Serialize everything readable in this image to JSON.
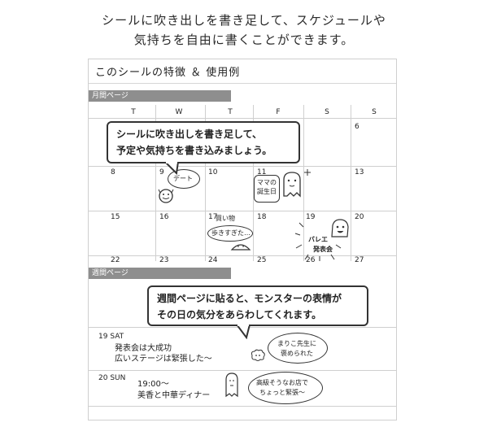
{
  "header": {
    "line1": "シールに吹き出しを書き足して、スケジュールや",
    "line2": "気持ちを自由に書くことができます。"
  },
  "sheet": {
    "title": "このシールの特徴 ＆ 使用例",
    "monthly_label": "月間ページ",
    "weekly_label": "週間ページ",
    "weekdays": [
      "T",
      "W",
      "T",
      "F",
      "S",
      "S"
    ],
    "days": {
      "d6": "6",
      "d8": "8",
      "d9": "9",
      "d10": "10",
      "d11": "11",
      "d13": "13",
      "d15": "15",
      "d16": "16",
      "d17": "17",
      "d18": "18",
      "d19": "19",
      "d20": "20",
      "d22": "22",
      "d23": "23",
      "d24": "24",
      "d25": "25",
      "d26": "26",
      "d27": "27"
    },
    "monthly_bubble": {
      "line1": "シールに吹き出しを書き足して、",
      "line2": "予定や気持ちを書き込みましょう。"
    },
    "notes": {
      "date": "デート",
      "mama_line1": "ママの",
      "mama_line2": "誕生日",
      "shopping": "買い物",
      "walked": "歩きすぎた…",
      "ballet_line1": "バレエ",
      "ballet_line2": "発表会"
    },
    "weekly_bubble": {
      "line1": "週間ページに貼ると、モンスターの表情が",
      "line2": "その日の気分をあらわしてくれます。"
    },
    "week": [
      {
        "date": "19 SAT",
        "line1": "発表会は大成功",
        "line2": "広いステージは緊張した〜",
        "memo_line1": "まりこ先生に",
        "memo_line2": "褒められた"
      },
      {
        "date": "20 SUN",
        "line1": "19:00〜",
        "line2": "美香と中華ディナー",
        "memo_line1": "高級そうなお店で",
        "memo_line2": "ちょっと緊張〜"
      }
    ]
  },
  "colors": {
    "bar": "#8e8e8e",
    "grid": "#cfcfcf",
    "ink": "#333333"
  }
}
